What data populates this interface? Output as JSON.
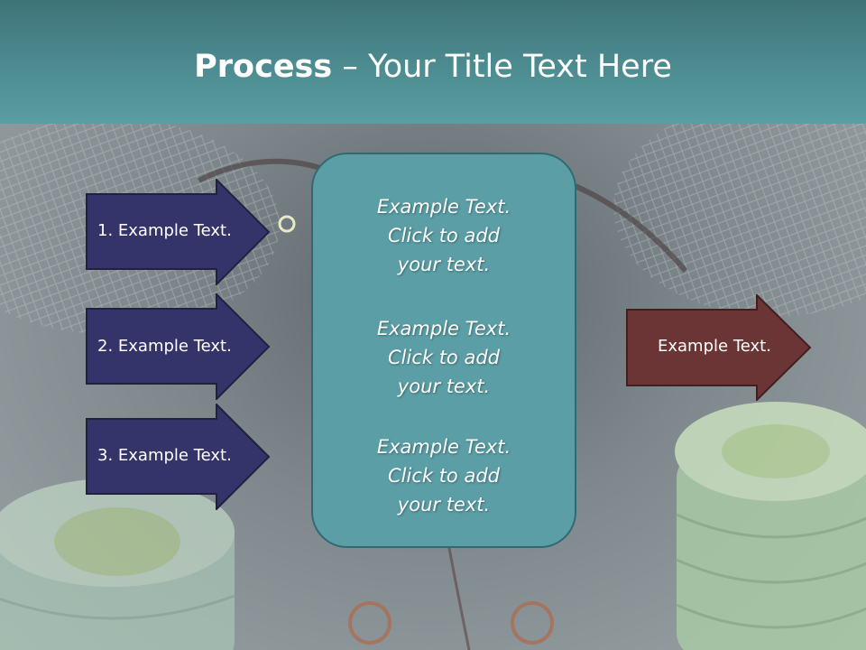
{
  "title": {
    "bold": "Process",
    "rest": " – Your Title Text Here"
  },
  "steps": [
    {
      "label": "1. Example Text."
    },
    {
      "label": "2. Example Text."
    },
    {
      "label": "3. Example Text."
    }
  ],
  "center": {
    "items": [
      {
        "line1": "Example Text.",
        "line2": "Click  to add",
        "line3": "your text."
      },
      {
        "line1": "Example Text.",
        "line2": "Click  to add",
        "line3": "your text."
      },
      {
        "line1": "Example Text.",
        "line2": "Click  to add",
        "line3": "your text."
      }
    ]
  },
  "output": {
    "label": "Example Text."
  },
  "colors": {
    "header": "#4e8e93",
    "step_arrow": "#35346a",
    "center_box": "#5b9ea6",
    "output_arrow": "#6b3535",
    "text": "#ffffff"
  }
}
